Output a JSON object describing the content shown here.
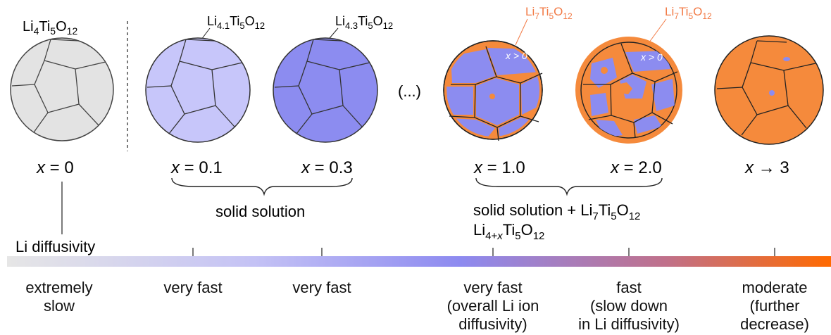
{
  "top_labels": {
    "c1": {
      "main": "Li",
      "s1": "4",
      "m2": "Ti",
      "s2": "5",
      "m3": "O",
      "s3": "12"
    },
    "c2": {
      "main": "Li",
      "s1": "4.1",
      "m2": "Ti",
      "s2": "5",
      "m3": "O",
      "s3": "12"
    },
    "c3": {
      "main": "Li",
      "s1": "4.3",
      "m2": "Ti",
      "s2": "5",
      "m3": "O",
      "s3": "12"
    },
    "c4": {
      "main": "Li",
      "s1": "7",
      "m2": "Ti",
      "s2": "5",
      "m3": "O",
      "s3": "12"
    },
    "c5": {
      "main": "Li",
      "s1": "7",
      "m2": "Ti",
      "s2": "5",
      "m3": "O",
      "s3": "12"
    }
  },
  "inner_labels": {
    "c4": "x > 0",
    "c5": "x > 0"
  },
  "ellipsis": "(...)",
  "x_values": [
    {
      "var": "x",
      "rel": " = 0"
    },
    {
      "var": "x",
      "rel": " = 0.1"
    },
    {
      "var": "x",
      "rel": " = 0.3"
    },
    {
      "var": "x",
      "rel": " = 1.0"
    },
    {
      "var": "x",
      "rel": " = 2.0"
    },
    {
      "var": "x",
      "rel": " → 3"
    }
  ],
  "brace_labels": {
    "left": "solid solution",
    "right_line1": {
      "main": "solid solution + Li",
      "s1": "7",
      "m2": "Ti",
      "s2": "5",
      "m3": "O",
      "s3": "12"
    },
    "right_line2": {
      "main": "Li",
      "s1": "4+",
      "sx": "x",
      "m2": "Ti",
      "s2": "5",
      "m3": "O",
      "s3": "12"
    }
  },
  "diffusivity_label": "Li diffusivity",
  "descriptors": [
    [
      "extremely",
      "slow"
    ],
    [
      "very fast"
    ],
    [
      "very fast"
    ],
    [
      "very fast",
      "(overall Li ion",
      "diffusivity)"
    ],
    [
      "fast",
      "(slow down",
      "in Li diffusivity)"
    ],
    [
      "moderate",
      "(further",
      "decrease)"
    ]
  ],
  "colors": {
    "gray": "#e3e3e3",
    "lavender": "#c7c6fa",
    "blue": "#8c8cf0",
    "orange": "#f58a3c",
    "orange_text": "#f27a45",
    "gradient": [
      "#e6e6e6",
      "#c4c2f5",
      "#8d8af0",
      "#c0708a",
      "#ff6a00"
    ]
  }
}
